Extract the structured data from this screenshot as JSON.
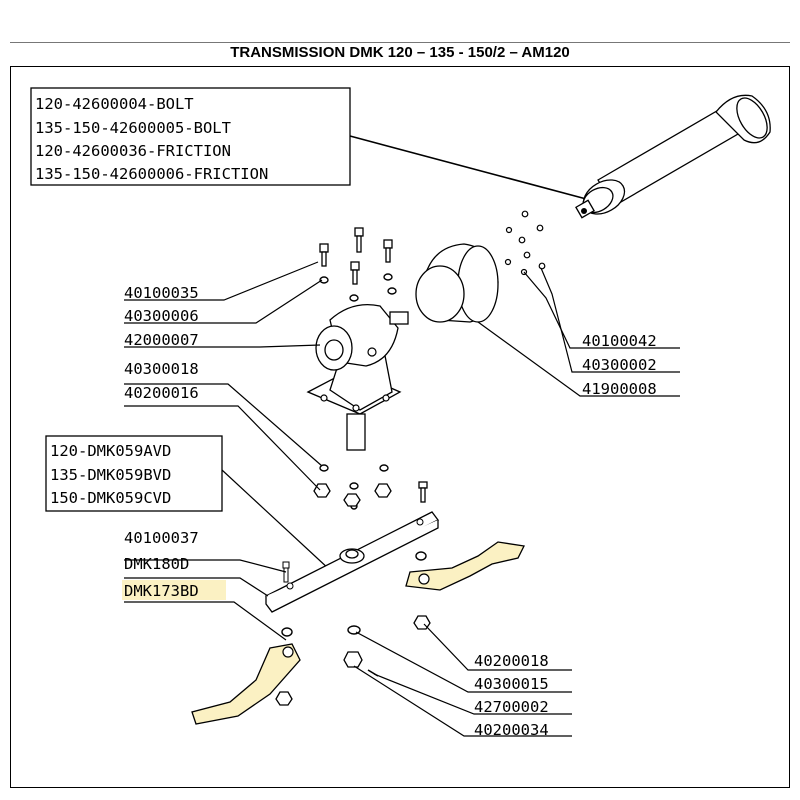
{
  "title": "TRANSMISSION DMK 120 – 135 - 150/2 – AM120",
  "colors": {
    "highlight": "#fbf1c3",
    "line": "#000000"
  },
  "boxes": {
    "bolt_friction": [
      "120-42600004-BOLT",
      "135-150-42600005-BOLT",
      "120-42600036-FRICTION",
      "135-150-42600006-FRICTION"
    ],
    "dmk059": [
      "120-DMK059AVD",
      "135-DMK059BVD",
      "150-DMK059CVD"
    ]
  },
  "part_numbers": {
    "p40100035": "40100035",
    "p40300006": "40300006",
    "p42000007": "42000007",
    "p40300018": "40300018",
    "p40200016": "40200016",
    "p40100042": "40100042",
    "p40300002": "40300002",
    "p41900008": "41900008",
    "p40100037": "40100037",
    "pDMK180D": "DMK180D",
    "pDMK173BD": "DMK173BD",
    "p40200018": "40200018",
    "p40300015": "40300015",
    "p42700002": "42700002",
    "p40200034": "40200034"
  }
}
